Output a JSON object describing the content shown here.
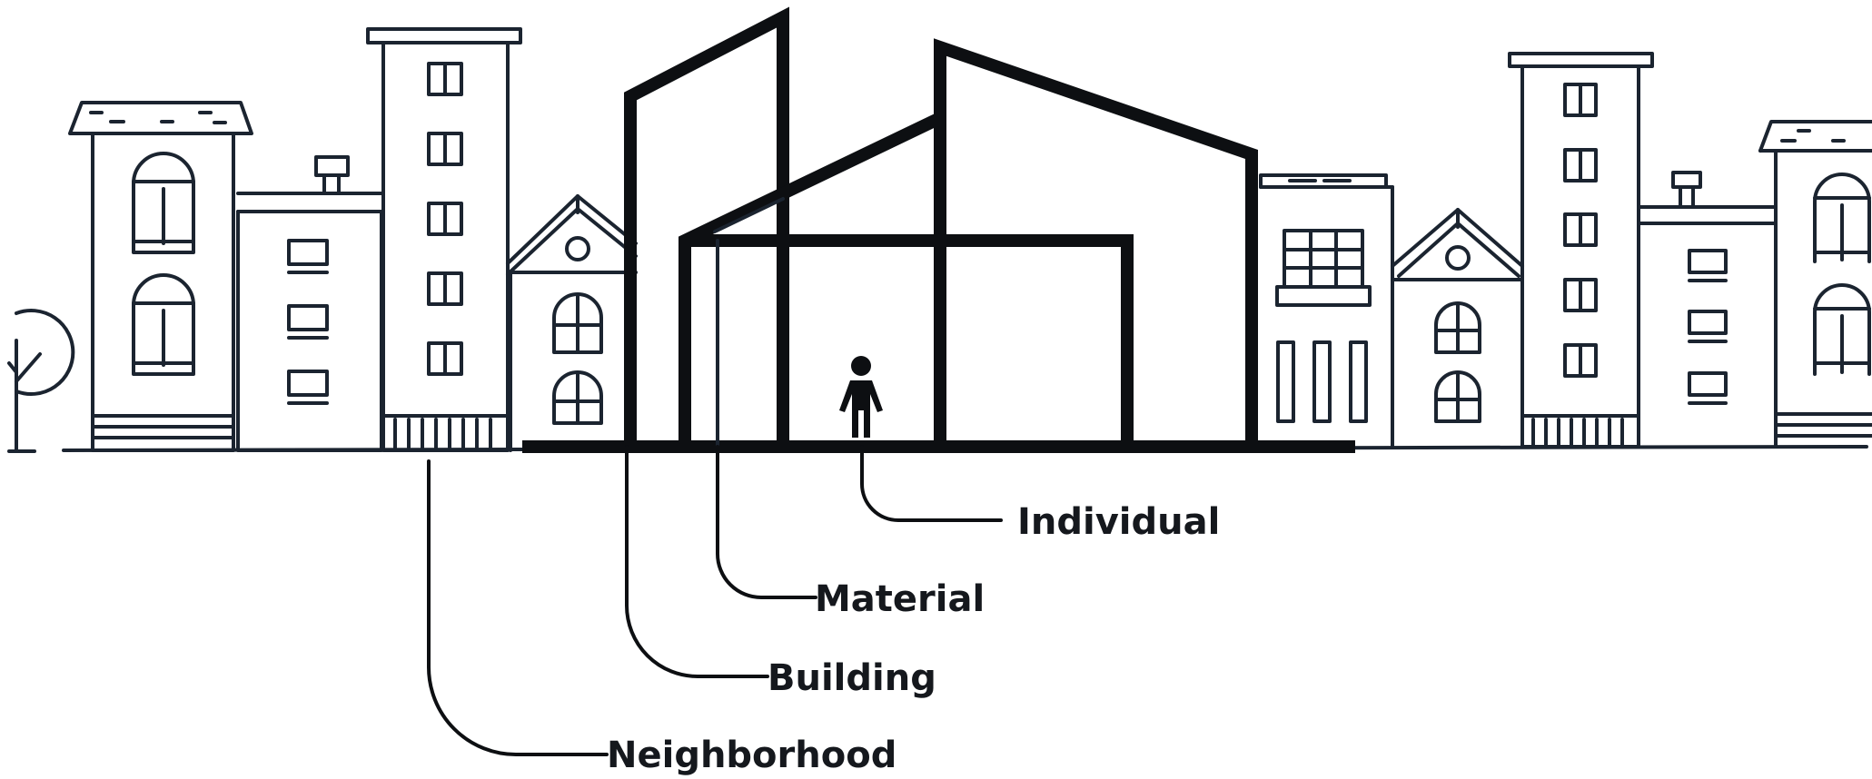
{
  "labels": {
    "individual": "Individual",
    "material": "Material",
    "building": "Building",
    "neighborhood": "Neighborhood"
  },
  "colors": {
    "line": "#1b2430",
    "bold_line": "#0d0f12",
    "background": "#ffffff"
  },
  "icons": [
    "tree-icon",
    "person-icon"
  ]
}
